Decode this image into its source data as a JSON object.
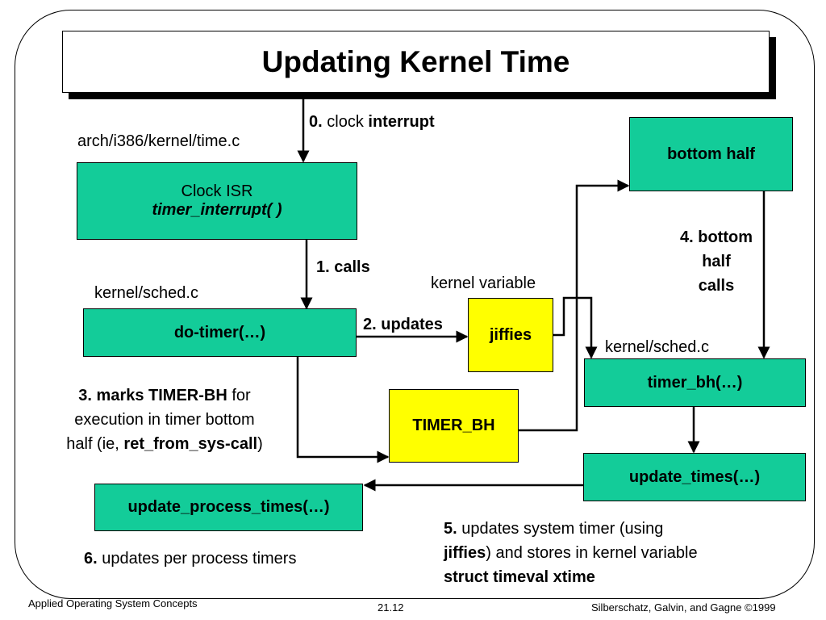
{
  "title": "Updating Kernel Time",
  "steps": {
    "s0": {
      "num": "0.",
      "a": "clock",
      "b": "interrupt"
    },
    "s1": "1.  calls",
    "s2": "2. updates",
    "s3": {
      "a": "3.  marks TIMER-BH",
      "b": " for",
      "c": "execution in timer bottom",
      "d": "half (ie, ",
      "e": "ret_from_sys-call",
      "f": ")"
    },
    "s4": {
      "l1": "4.  bottom",
      "l2": "half",
      "l3": "calls"
    },
    "s5": {
      "num": "5.",
      "a": " updates system timer (using",
      "b": "jiffies",
      "c": ") and stores in kernel variable",
      "d": "struct timeval xtime"
    },
    "s6": {
      "num": "6.",
      "a": " updates per process timers"
    }
  },
  "labels": {
    "time_c": "arch/i386/kernel/time.c",
    "sched_c_left": "kernel/sched.c",
    "kernel_variable": "kernel variable",
    "sched_c_right": "kernel/sched.c"
  },
  "boxes": {
    "clock_isr": {
      "line1": "Clock ISR",
      "line2": "timer_interrupt( )"
    },
    "do_timer": "do-timer(…)",
    "jiffies": "jiffies",
    "timer_bh_flag": "TIMER_BH",
    "bottom_half": "bottom half",
    "timer_bh": "timer_bh(…)",
    "update_times": "update_times(…)",
    "update_process_times": "update_process_times(…)"
  },
  "footer": {
    "left": "Applied Operating System Concepts",
    "center": "21.12",
    "right": "Silberschatz, Galvin, and Gagne ©1999"
  },
  "colors": {
    "process_box": "#13cc99",
    "data_box": "#ffff00"
  }
}
